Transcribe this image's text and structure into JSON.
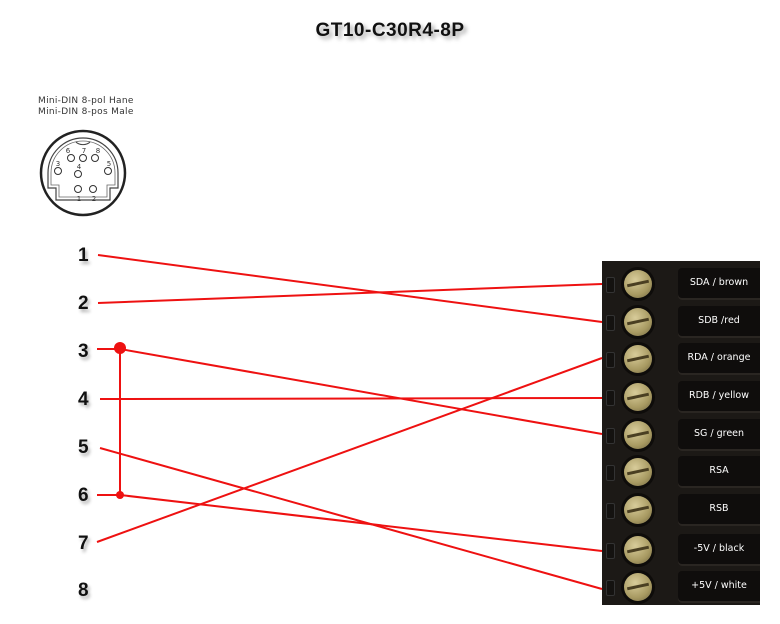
{
  "title": "GT10-C30R4-8P",
  "connector": {
    "caption_line1": "Mini-DIN 8-pol Hane",
    "caption_line2": "Mini-DIN 8-pos Male",
    "pins": [
      "1",
      "2",
      "3",
      "4",
      "5",
      "6",
      "7",
      "8"
    ]
  },
  "pin_labels": [
    "1",
    "2",
    "3",
    "4",
    "5",
    "6",
    "7",
    "8"
  ],
  "terminals": [
    {
      "label": "SDA / brown"
    },
    {
      "label": "SDB /red"
    },
    {
      "label": "RDA / orange"
    },
    {
      "label": "RDB / yellow"
    },
    {
      "label": "SG / green"
    },
    {
      "label": "RSA"
    },
    {
      "label": "RSB"
    },
    {
      "label": "-5V / black"
    },
    {
      "label": "+5V / white"
    }
  ],
  "connections": [
    {
      "pin": "1",
      "terminal": "SDB /red"
    },
    {
      "pin": "2",
      "terminal": "SDA / brown"
    },
    {
      "pin": "3",
      "terminal": "SG / green"
    },
    {
      "pin": "4",
      "terminal": "RDB / yellow"
    },
    {
      "pin": "5",
      "terminal": "+5V / white"
    },
    {
      "pin": "6",
      "terminal": "-5V / black"
    },
    {
      "pin": "7",
      "terminal": "RDA / orange"
    }
  ],
  "jumpers": [
    {
      "from": "3",
      "to": "6"
    }
  ],
  "wire_color": "#ee1111"
}
